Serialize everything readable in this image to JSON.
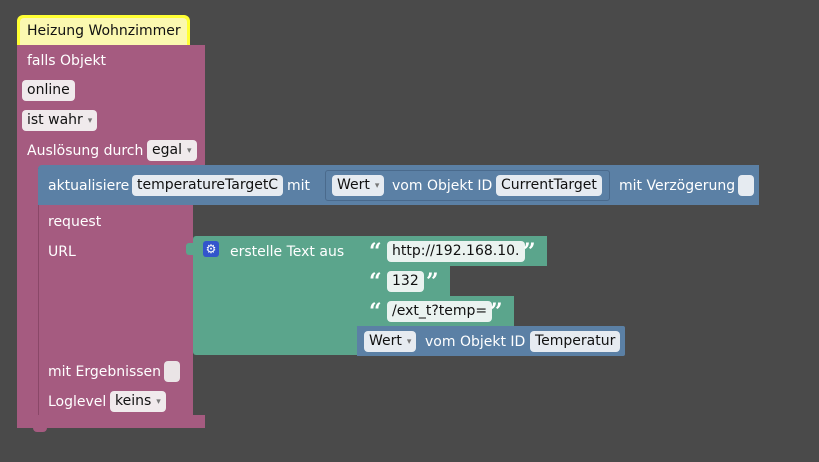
{
  "hat": {
    "title": "Heizung Wohnzimmer"
  },
  "trigger": {
    "label_if_object": "falls Objekt",
    "object_value": "online",
    "condition_value": "ist wahr",
    "trigger_label": "Auslösung durch",
    "trigger_value": "egal"
  },
  "update": {
    "label": "aktualisiere",
    "target_field": "temperatureTargetC",
    "with_label": "mit",
    "value_label": "Wert",
    "of_object_label": "vom Objekt ID",
    "object_id": "CurrentTarget",
    "delay_label": "mit Verzögerung"
  },
  "request": {
    "label": "request",
    "url_label": "URL",
    "results_label": "mit Ergebnissen",
    "loglevel_label": "Loglevel",
    "loglevel_value": "keins"
  },
  "text_join": {
    "label": "erstelle Text aus",
    "part1": "http://192.168.10.",
    "part2": "132",
    "part3": "/ext_t?temp=",
    "value_label": "Wert",
    "of_object_label": "vom Objekt ID",
    "object_id": "Temperatur"
  },
  "glyphs": {
    "open_quote": "“",
    "close_quote": "”",
    "dropdown_arrow": "▾",
    "gear": "⚙"
  },
  "colors": {
    "background": "#4a4a4a",
    "event_block": "#a55b80",
    "action_block": "#5b80a5",
    "text_block": "#5ba58c",
    "hat_highlight": "#ffff33"
  }
}
